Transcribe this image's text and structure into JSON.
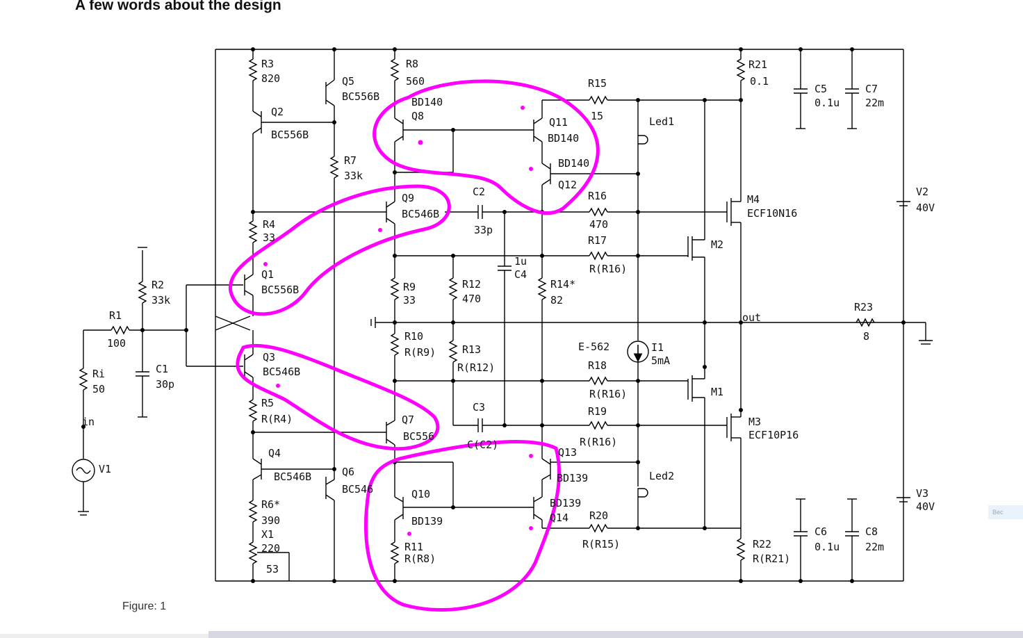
{
  "page": {
    "heading": "A few words about the design",
    "caption": "Figure: 1",
    "side_tag": "Bec"
  },
  "colors": {
    "annotation": "#ff00ff",
    "wire": "#000000",
    "frame_bar": "#d8d8e2"
  },
  "components": {
    "R1": [
      "R1",
      "100"
    ],
    "R2": [
      "R2",
      "33k"
    ],
    "Ri": [
      "Ri",
      "50"
    ],
    "C1": [
      "C1",
      "30p"
    ],
    "in": "in",
    "V1": "V1",
    "R3": [
      "R3",
      "820"
    ],
    "Q2": [
      "Q2",
      "BC556B"
    ],
    "R4": [
      "R4",
      "33"
    ],
    "Q1": [
      "Q1",
      "BC556B"
    ],
    "Q3": [
      "Q3",
      "BC546B"
    ],
    "R5": [
      "R5",
      "R(R4)"
    ],
    "Q4": [
      "Q4",
      "BC546B"
    ],
    "R6": [
      "R6*",
      "390"
    ],
    "X1": [
      "X1",
      "220"
    ],
    "X1b": "53",
    "Q5": [
      "Q5",
      "BC556B"
    ],
    "Q6": [
      "Q6",
      "BC546"
    ],
    "R7": [
      "R7",
      "33k"
    ],
    "R8": [
      "R8",
      "560"
    ],
    "Q8": [
      "BD140",
      "Q8"
    ],
    "Q9": [
      "Q9",
      "BC546B"
    ],
    "R9": [
      "R9",
      "33"
    ],
    "R10": [
      "R10",
      "R(R9)"
    ],
    "Q7": [
      "Q7",
      "BC556"
    ],
    "Q10": [
      "Q10",
      "BD139"
    ],
    "R11": [
      "R11",
      "R(R8)"
    ],
    "C2": [
      "C2",
      "33p"
    ],
    "R12": [
      "R12",
      "470"
    ],
    "R13": [
      "R13",
      "R(R12)"
    ],
    "C3": [
      "C3",
      "C(C2)"
    ],
    "C4": [
      "1u",
      "C4"
    ],
    "Q11": [
      "Q11",
      "BD140"
    ],
    "Q12": [
      "BD140",
      "Q12"
    ],
    "R14": [
      "R14*",
      "82"
    ],
    "Q13": [
      "Q13",
      "BD139"
    ],
    "Q14": [
      "BD139",
      "Q14"
    ],
    "R15": [
      "R15",
      "15"
    ],
    "R16": [
      "R16",
      "470"
    ],
    "R17": [
      "R17",
      "R(R16)"
    ],
    "E562": "E-562",
    "R18": [
      "R18",
      "R(R16)"
    ],
    "R19": [
      "R19",
      "R(R16)"
    ],
    "R20": [
      "R20",
      "R(R15)"
    ],
    "Led1": "Led1",
    "Led2": "Led2",
    "I1": [
      "I1",
      "5mA"
    ],
    "M1": "M1",
    "M2": "M2",
    "M3": [
      "M3",
      "ECF10P16"
    ],
    "M4": [
      "M4",
      "ECF10N16"
    ],
    "R21": [
      "R21",
      "0.1"
    ],
    "R22": [
      "R22",
      "R(R21)"
    ],
    "C5": [
      "C5",
      "0.1u"
    ],
    "C6": [
      "C6",
      "0.1u"
    ],
    "C7": [
      "C7",
      "22m"
    ],
    "C8": [
      "C8",
      "22m"
    ],
    "V2": [
      "V2",
      "40V"
    ],
    "V3": [
      "V3",
      "40V"
    ],
    "R23": [
      "R23",
      "8"
    ],
    "out": "out"
  }
}
